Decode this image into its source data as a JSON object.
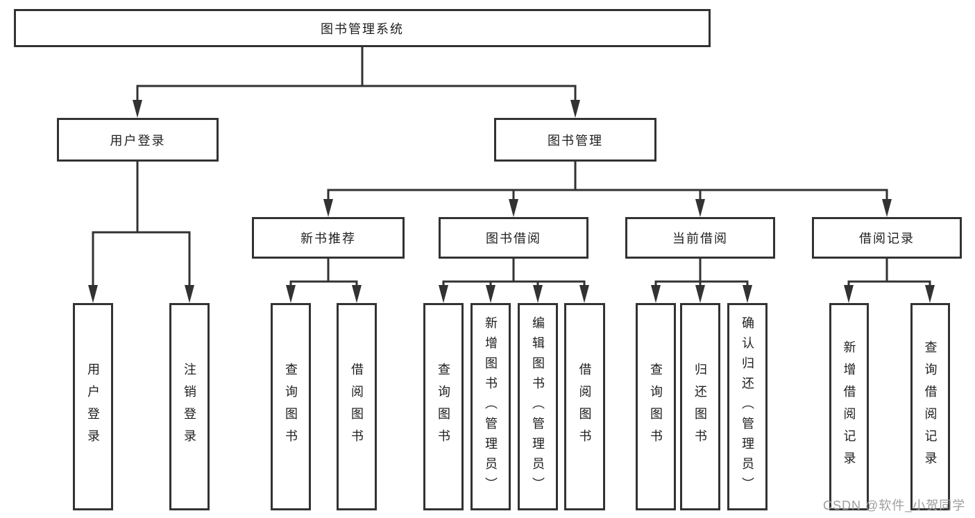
{
  "diagram": {
    "type": "hierarchy-tree",
    "title": "图书管理系统",
    "colors": {
      "background": "#ffffff",
      "line": "#323232",
      "box_border": "#323232",
      "text": "#1e1e1e",
      "watermark": "#9e9e9e"
    }
  },
  "nodes": {
    "root": {
      "label": "图书管理系统"
    },
    "user_login": {
      "label": "用户登录"
    },
    "book_management": {
      "label": "图书管理"
    },
    "new_book_recommend": {
      "label": "新书推荐"
    },
    "book_borrow": {
      "label": "图书借阅"
    },
    "current_borrow": {
      "label": "当前借阅"
    },
    "borrow_records": {
      "label": "借阅记录"
    },
    "leaf_user_login": {
      "label": "用户登录"
    },
    "leaf_logout": {
      "label": "注销登录"
    },
    "recommend_query_book": {
      "label": "查询图书"
    },
    "recommend_borrow_book": {
      "label": "借阅图书"
    },
    "borrow_query_book": {
      "label": "查询图书"
    },
    "borrow_add_book": {
      "label": "新增图书（管理员）"
    },
    "borrow_edit_book": {
      "label": "编辑图书（管理员）"
    },
    "borrow_borrow_book": {
      "label": "借阅图书"
    },
    "current_query_book": {
      "label": "查询图书"
    },
    "current_return_book": {
      "label": "归还图书"
    },
    "current_confirm_return": {
      "label": "确认归还（管理员）"
    },
    "records_add_record": {
      "label": "新增借阅记录"
    },
    "records_query_record": {
      "label": "查询借阅记录"
    }
  },
  "edges": [
    [
      "root",
      "user_login"
    ],
    [
      "root",
      "book_management"
    ],
    [
      "user_login",
      "leaf_user_login"
    ],
    [
      "user_login",
      "leaf_logout"
    ],
    [
      "book_management",
      "new_book_recommend"
    ],
    [
      "book_management",
      "book_borrow"
    ],
    [
      "book_management",
      "current_borrow"
    ],
    [
      "book_management",
      "borrow_records"
    ],
    [
      "new_book_recommend",
      "recommend_query_book"
    ],
    [
      "new_book_recommend",
      "recommend_borrow_book"
    ],
    [
      "book_borrow",
      "borrow_query_book"
    ],
    [
      "book_borrow",
      "borrow_add_book"
    ],
    [
      "book_borrow",
      "borrow_edit_book"
    ],
    [
      "book_borrow",
      "borrow_borrow_book"
    ],
    [
      "current_borrow",
      "current_query_book"
    ],
    [
      "current_borrow",
      "current_return_book"
    ],
    [
      "current_borrow",
      "current_confirm_return"
    ],
    [
      "borrow_records",
      "records_add_record"
    ],
    [
      "borrow_records",
      "records_query_record"
    ]
  ],
  "watermark": {
    "text": "CSDN @软件_小贺同学"
  }
}
